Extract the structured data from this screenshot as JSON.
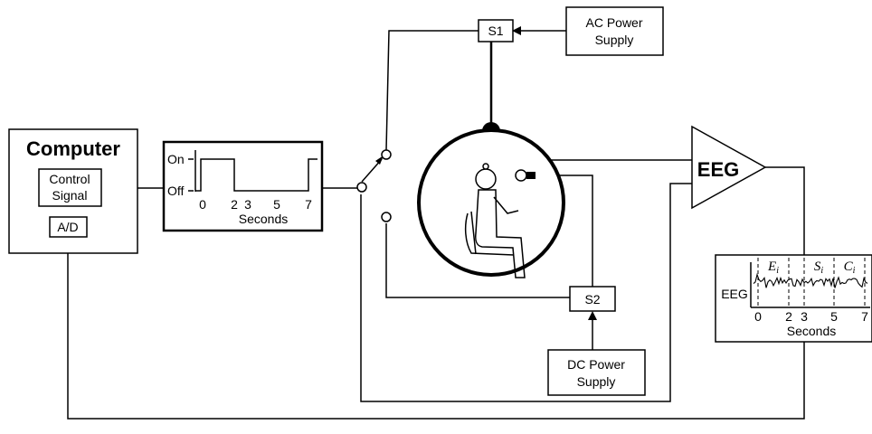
{
  "computer": {
    "title": "Computer",
    "control_signal": [
      "Control",
      "Signal"
    ],
    "ad": "A/D"
  },
  "timing": {
    "on": "On",
    "off": "Off",
    "ticks": [
      "0",
      "2",
      "3",
      "5",
      "7"
    ],
    "axis": "Seconds"
  },
  "ac_supply": [
    "AC Power",
    "Supply"
  ],
  "dc_supply": [
    "DC Power",
    "Supply"
  ],
  "s1": "S1",
  "s2": "S2",
  "eeg_amp": "EEG",
  "eeg_plot": {
    "ylabel": "EEG",
    "ticks": [
      "0",
      "2",
      "3",
      "5",
      "7"
    ],
    "axis": "Seconds",
    "epochs": [
      {
        "main": "E",
        "sub": "i"
      },
      {
        "main": "S",
        "sub": "i"
      },
      {
        "main": "C",
        "sub": "i"
      }
    ]
  }
}
